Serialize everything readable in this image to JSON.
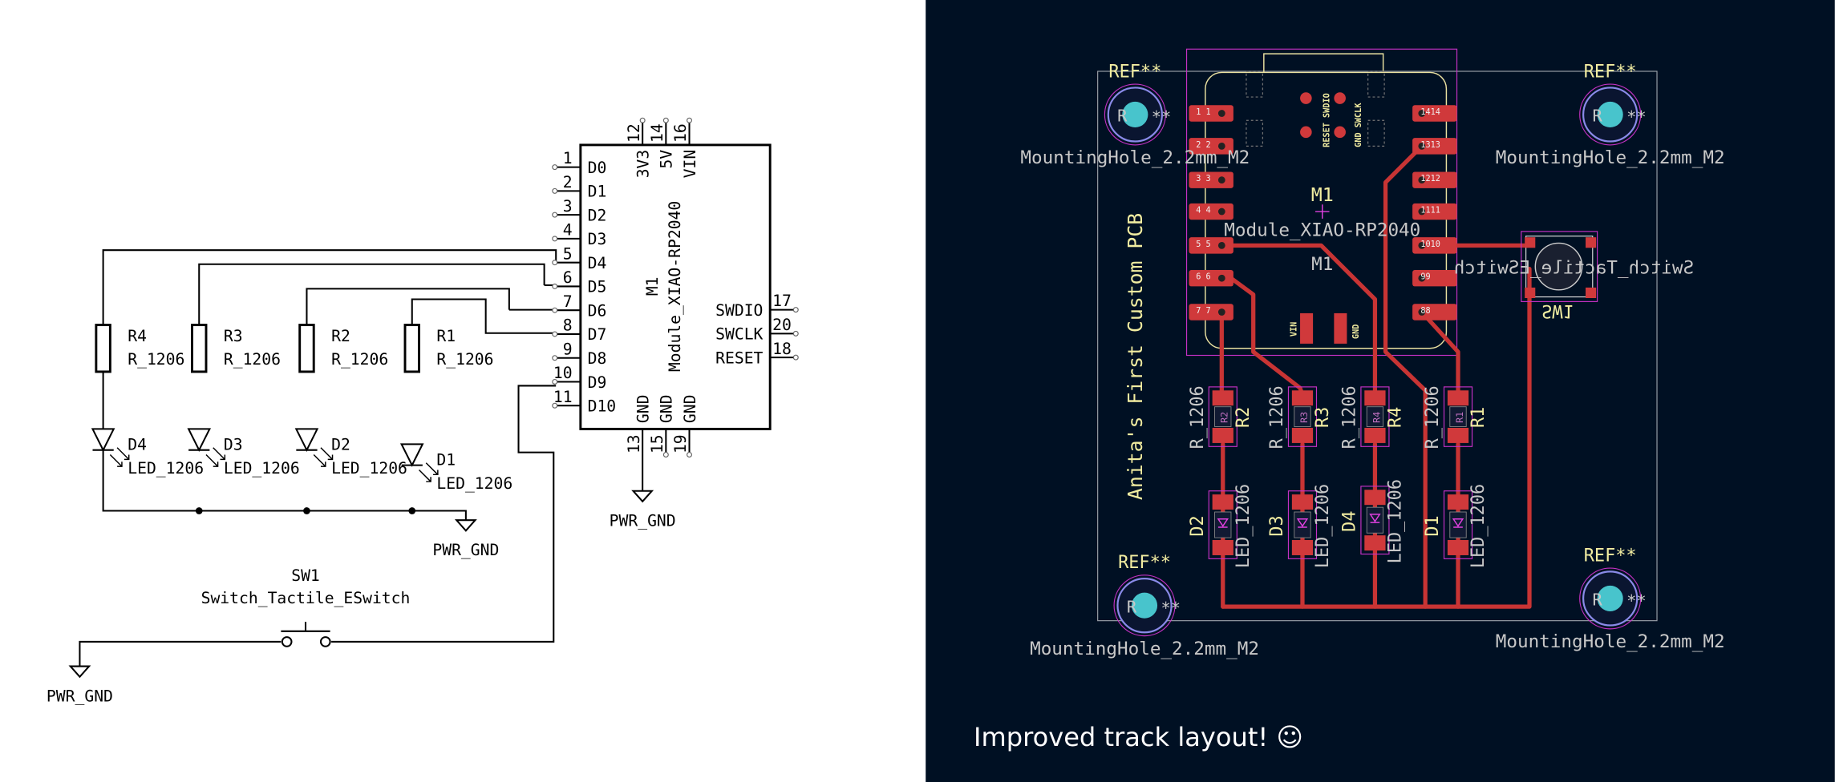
{
  "schematic": {
    "module": {
      "ref": "M1",
      "value": "Module_XIAO-RP2040",
      "left_pins": [
        {
          "num": "1",
          "name": "D0"
        },
        {
          "num": "2",
          "name": "D1"
        },
        {
          "num": "3",
          "name": "D2"
        },
        {
          "num": "4",
          "name": "D3"
        },
        {
          "num": "5",
          "name": "D4"
        },
        {
          "num": "6",
          "name": "D5"
        },
        {
          "num": "7",
          "name": "D6"
        },
        {
          "num": "8",
          "name": "D7"
        },
        {
          "num": "9",
          "name": "D8"
        },
        {
          "num": "10",
          "name": "D9"
        },
        {
          "num": "11",
          "name": "D10"
        }
      ],
      "top_pins": [
        {
          "num": "12",
          "name": "3V3"
        },
        {
          "num": "14",
          "name": "5V"
        },
        {
          "num": "16",
          "name": "VIN"
        }
      ],
      "bottom_pins": [
        {
          "num": "13",
          "name": "GND"
        },
        {
          "num": "15",
          "name": "GND"
        },
        {
          "num": "19",
          "name": "GND"
        }
      ],
      "right_pins": [
        {
          "num": "17",
          "name": "SWDIO"
        },
        {
          "num": "20",
          "name": "SWCLK"
        },
        {
          "num": "18",
          "name": "RESET"
        }
      ]
    },
    "resistors": [
      {
        "ref": "R4",
        "value": "R_1206"
      },
      {
        "ref": "R3",
        "value": "R_1206"
      },
      {
        "ref": "R2",
        "value": "R_1206"
      },
      {
        "ref": "R1",
        "value": "R_1206"
      }
    ],
    "leds": [
      {
        "ref": "D4",
        "value": "LED_1206"
      },
      {
        "ref": "D3",
        "value": "LED_1206"
      },
      {
        "ref": "D2",
        "value": "LED_1206"
      },
      {
        "ref": "D1",
        "value": "LED_1206"
      }
    ],
    "switch": {
      "ref": "SW1",
      "value": "Switch_Tactile_ESwitch"
    },
    "power_labels": [
      "PWR_GND",
      "PWR_GND",
      "PWR_GND"
    ]
  },
  "pcb": {
    "background": "#001023",
    "track_color": "#c83434",
    "silk_color": "#f2eda1",
    "fab_text_color": "#c8c8c8",
    "courtyard_color": "#c431c4",
    "board_title": "Anita's First Custom PCB",
    "module": {
      "ref": "M1",
      "value": "Module_XIAO-RP2040",
      "fab_ref": "M1",
      "left_pad_numbers": [
        "1",
        "2",
        "3",
        "4",
        "5",
        "6",
        "7"
      ],
      "right_pad_numbers": [
        "14",
        "13",
        "12",
        "11",
        "10",
        "9",
        "8"
      ],
      "top_pad_labels": [
        "RESET",
        "SWDIO",
        "GND",
        "SWCLK"
      ],
      "bottom_pad_labels": [
        "VIN",
        "GND"
      ]
    },
    "mounting_holes": [
      {
        "ref": "REF**",
        "value": "MountingHole_2.2mm_M2"
      },
      {
        "ref": "REF**",
        "value": "MountingHole_2.2mm_M2"
      },
      {
        "ref": "REF**",
        "value": "MountingHole_2.2mm_M2"
      },
      {
        "ref": "REF**",
        "value": "MountingHole_2.2mm_M2"
      }
    ],
    "resistors": [
      {
        "ref": "R2",
        "value": "R_1206"
      },
      {
        "ref": "R3",
        "value": "R_1206"
      },
      {
        "ref": "R4",
        "value": "R_1206"
      },
      {
        "ref": "R1",
        "value": "R_1206"
      }
    ],
    "leds": [
      {
        "ref": "D2",
        "value": "LED_1206"
      },
      {
        "ref": "D3",
        "value": "LED_1206"
      },
      {
        "ref": "D4",
        "value": "LED_1206"
      },
      {
        "ref": "D1",
        "value": "LED_1206"
      }
    ],
    "switch": {
      "ref": "SW1",
      "value": "Switch_Tactile_ESwitch"
    }
  },
  "caption": "Improved track layout! ☺"
}
